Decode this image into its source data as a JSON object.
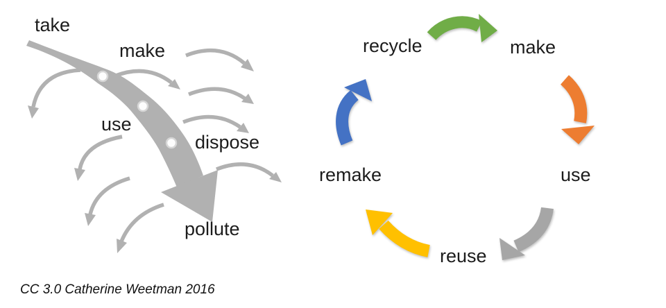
{
  "background": "#ffffff",
  "linear_flow": {
    "stages": [
      "take",
      "make",
      "use",
      "dispose",
      "pollute"
    ],
    "arrow_color": "#b1b1b1",
    "dot_fill": "#fdfdfd",
    "dot_ring": "#d6d6d6"
  },
  "circular_flow": {
    "stages": [
      "recycle",
      "make",
      "use",
      "reuse",
      "remake"
    ],
    "arrows": [
      {
        "name": "recycle-to-make",
        "color": "#70ad47"
      },
      {
        "name": "make-to-use",
        "color": "#ed7d31"
      },
      {
        "name": "use-to-reuse",
        "color": "#a6a6a6"
      },
      {
        "name": "reuse-to-remake",
        "color": "#ffc000"
      },
      {
        "name": "remake-to-recycle",
        "color": "#4472c4"
      }
    ]
  },
  "attribution": "CC 3.0 Catherine Weetman 2016"
}
